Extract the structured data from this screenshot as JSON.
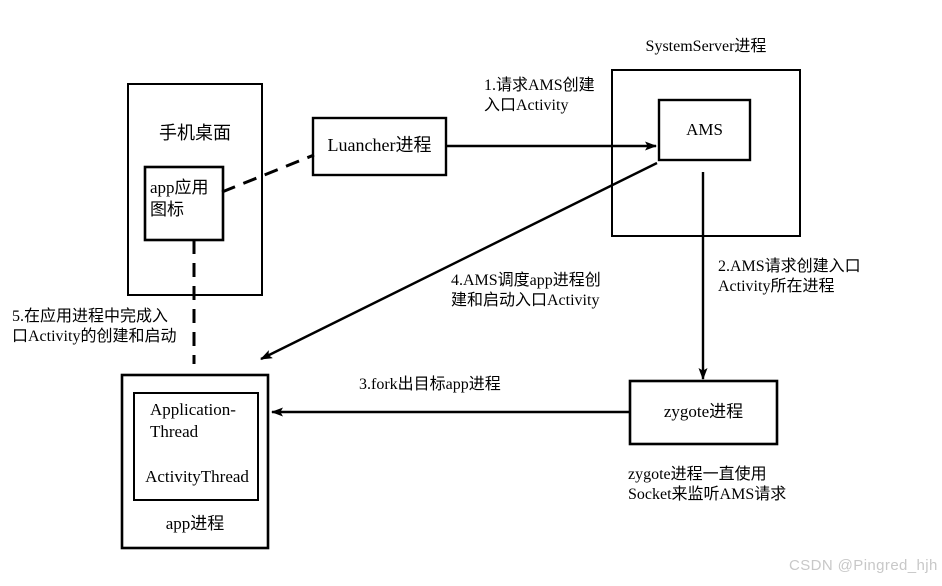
{
  "diagram": {
    "title_note": "Android app startup flow diagram",
    "background_color": "#ffffff",
    "stroke_color": "#000000",
    "nodes": {
      "phone_desktop": {
        "label": "手机桌面"
      },
      "app_icon": {
        "label": "app应用\n图标"
      },
      "launcher": {
        "label": "Luancher进程"
      },
      "system_server": {
        "label": "SystemServer进程"
      },
      "ams": {
        "label": "AMS"
      },
      "zygote": {
        "label": "zygote进程"
      },
      "app_process": {
        "label": "app进程"
      },
      "application_thread": {
        "label": "Application-\nThread"
      },
      "activity_thread": {
        "label": "ActivityThread"
      }
    },
    "edge_labels": {
      "step1": "1.请求AMS创建\n入口Activity",
      "step2": "2.AMS请求创建入口\nActivity所在进程",
      "step3": "3.fork出目标app进程",
      "step4": "4.AMS调度app进程创\n建和启动入口Activity",
      "step5": "5.在应用进程中完成入\n口Activity的创建和启动"
    },
    "notes": {
      "zygote_note": "zygote进程一直使用\nSocket来监听AMS请求"
    },
    "watermark": "CSDN @Pingred_hjh"
  }
}
